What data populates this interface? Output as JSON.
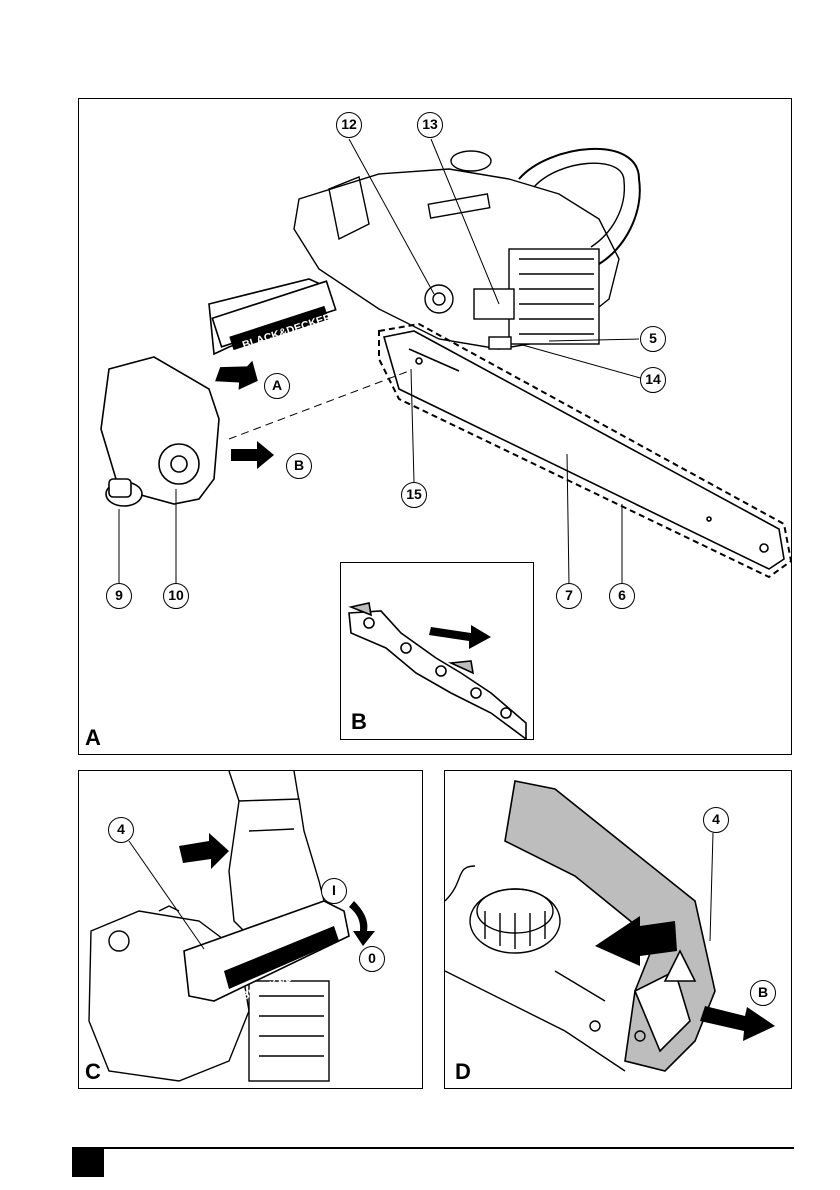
{
  "panels": {
    "a": {
      "letter": "A",
      "inset_letter": "B",
      "callouts": {
        "c12": "12",
        "c13": "13",
        "c5": "5",
        "c14": "14",
        "cA": "A",
        "cB": "B",
        "c15": "15",
        "c9": "9",
        "c10": "10",
        "c7": "7",
        "c6": "6"
      },
      "brand_text": "BLACK&DECKER"
    },
    "c": {
      "letter": "C",
      "callouts": {
        "c4": "4",
        "cI": "I",
        "c0": "0"
      },
      "brand_text": "BLACK&DECKER"
    },
    "d": {
      "letter": "D",
      "callouts": {
        "c4": "4",
        "cB": "B"
      }
    }
  },
  "colors": {
    "line": "#000000",
    "shade": "#bdbdbd",
    "paper": "#ffffff"
  },
  "icons": [
    "chainsaw-illustration",
    "saw-chain-icon",
    "glove-hand-icon",
    "direction-arrow-icon",
    "warning-triangle-icon"
  ]
}
